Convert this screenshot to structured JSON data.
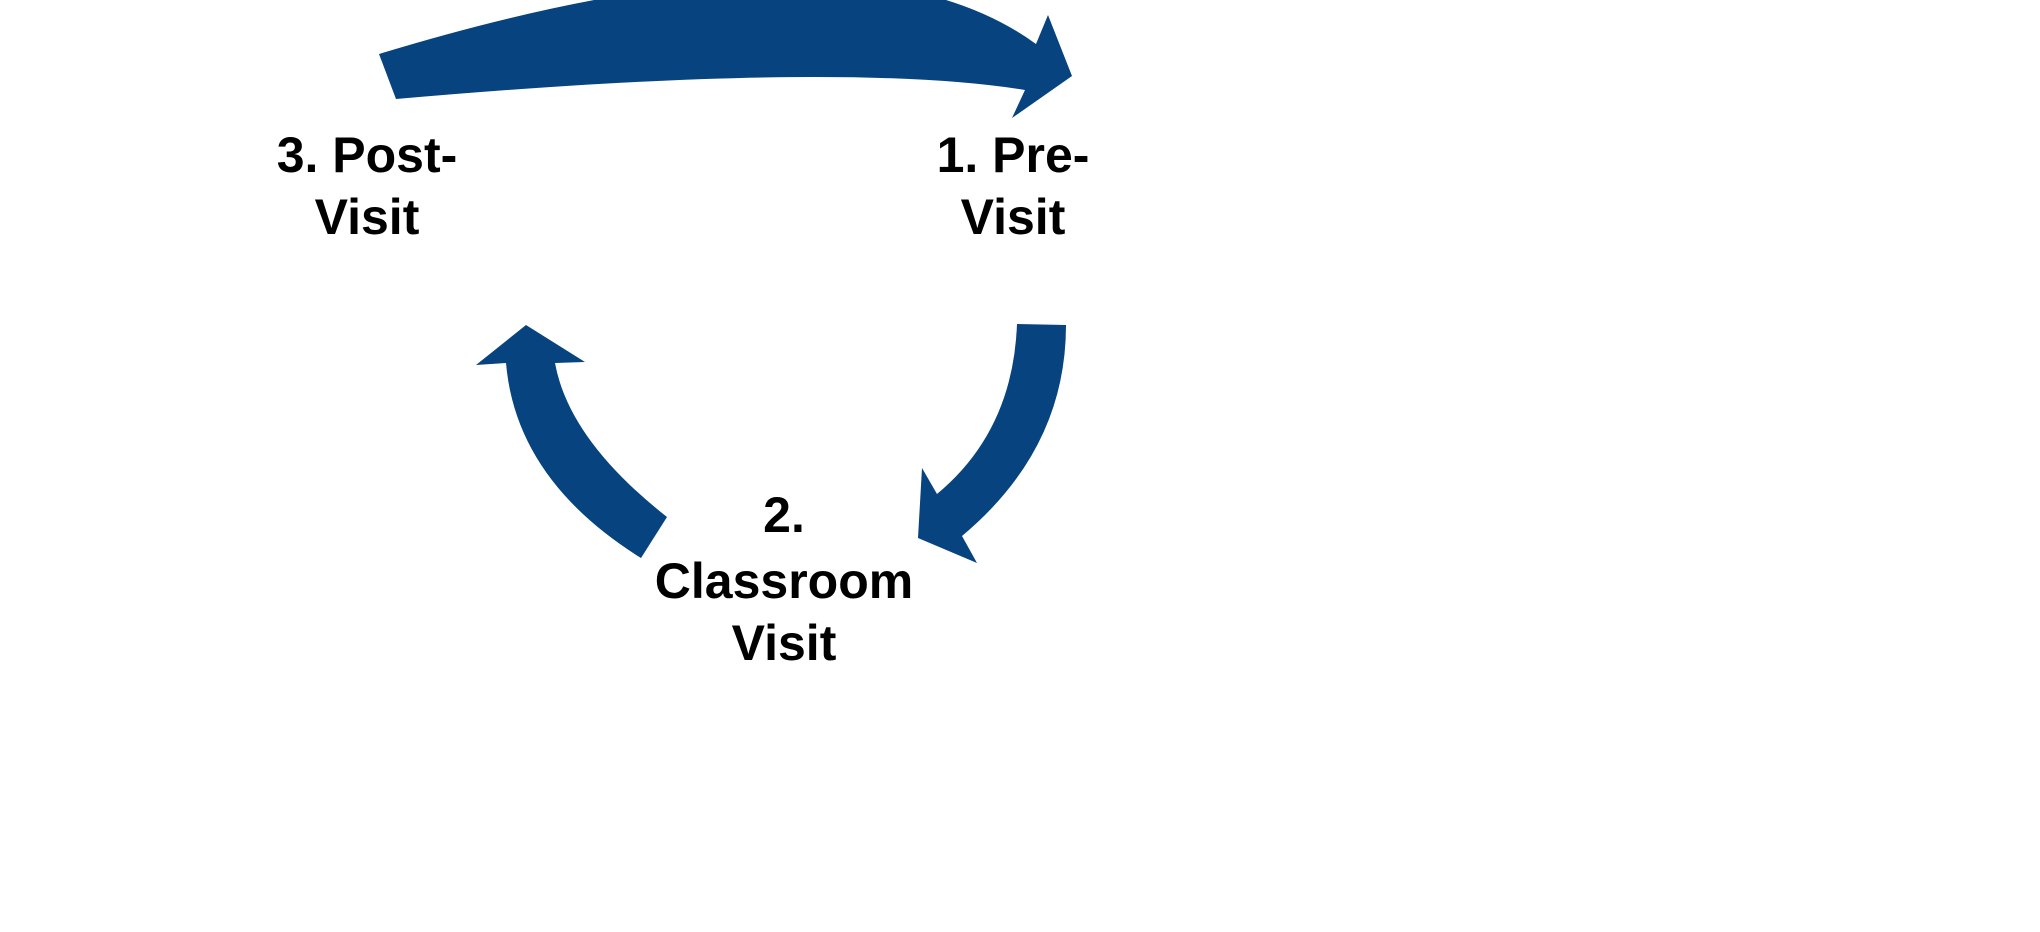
{
  "colors": {
    "arrow": "#06437F",
    "text": "#000000"
  },
  "steps": [
    {
      "number": "1.",
      "lines": [
        "1. Pre-",
        "Visit"
      ]
    },
    {
      "number": "2.",
      "lines": [
        "2.",
        "Classroom",
        "Visit"
      ]
    },
    {
      "number": "3.",
      "lines": [
        "3. Post-",
        "Visit"
      ]
    }
  ]
}
